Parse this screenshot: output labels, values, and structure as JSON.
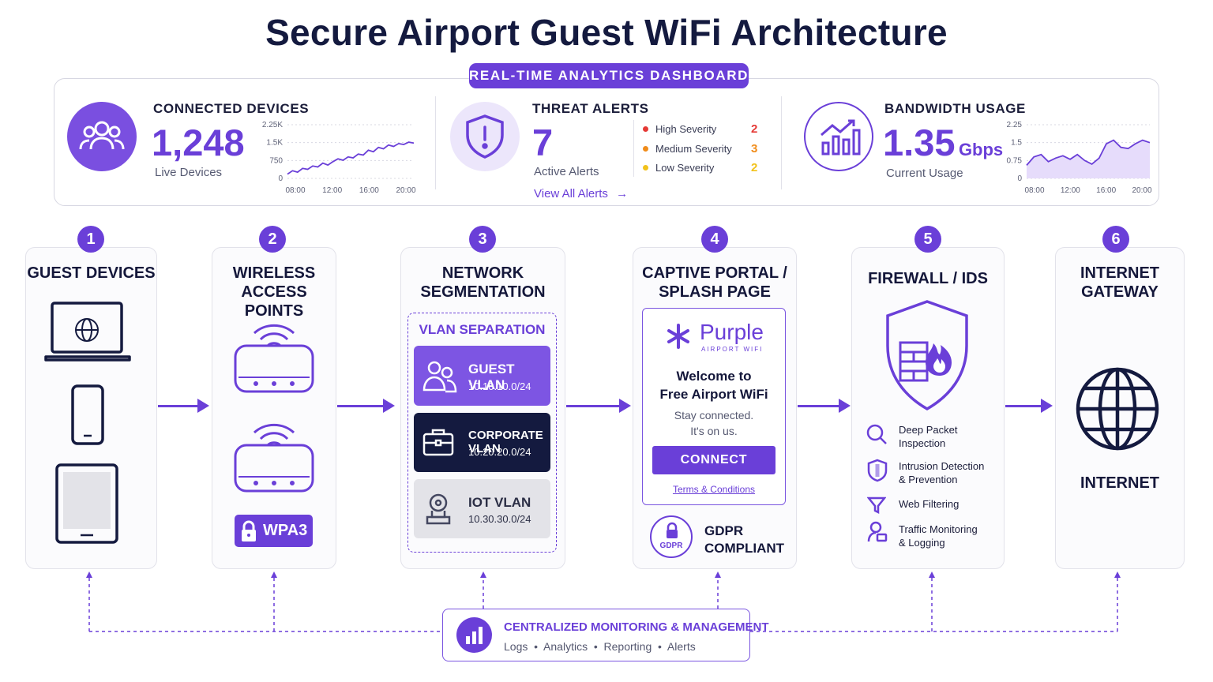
{
  "title": "Secure Airport Guest WiFi Architecture",
  "dashboard": {
    "pill": "REAL-TIME ANALYTICS DASHBOARD",
    "connected": {
      "heading": "CONNECTED DEVICES",
      "value": "1,248",
      "caption": "Live Devices",
      "icon": "users-icon",
      "y_ticks": [
        "2.25K",
        "1.5K",
        "750",
        "0"
      ],
      "x_ticks": [
        "08:00",
        "12:00",
        "16:00",
        "20:00"
      ],
      "series": [
        180,
        320,
        260,
        420,
        380,
        520,
        480,
        640,
        560,
        700,
        820,
        760,
        900,
        860,
        1020,
        980,
        1180,
        1120,
        1300,
        1240,
        1400,
        1340,
        1460,
        1420,
        1520,
        1480
      ]
    },
    "threats": {
      "heading": "THREAT ALERTS",
      "value": "7",
      "caption": "Active Alerts",
      "link": "View All Alerts",
      "icon": "shield-alert-icon",
      "severities": [
        {
          "label": "High Severity",
          "count": "2",
          "color": "#e53935"
        },
        {
          "label": "Medium Severity",
          "count": "3",
          "color": "#f08c1a"
        },
        {
          "label": "Low Severity",
          "count": "2",
          "color": "#f2c21b"
        }
      ]
    },
    "bandwidth": {
      "heading": "BANDWIDTH USAGE",
      "value": "1.35",
      "unit": "Gbps",
      "caption": "Current Usage",
      "icon": "chart-up-icon",
      "y_ticks": [
        "2.25",
        "1.5",
        "0.75",
        "0"
      ],
      "x_ticks": [
        "08:00",
        "12:00",
        "16:00",
        "20:00"
      ],
      "series": [
        0.55,
        0.9,
        1.0,
        0.7,
        0.85,
        0.95,
        0.8,
        1.0,
        0.75,
        0.6,
        0.85,
        1.45,
        1.6,
        1.3,
        1.25,
        1.45,
        1.6,
        1.5
      ]
    }
  },
  "steps": [
    {
      "num": "1",
      "title": [
        "GUEST DEVICES"
      ]
    },
    {
      "num": "2",
      "title": [
        "WIRELESS",
        "ACCESS POINTS"
      ],
      "badge": "WPA3"
    },
    {
      "num": "3",
      "title": [
        "NETWORK",
        "SEGMENTATION"
      ],
      "vlan_header": "VLAN SEPARATION",
      "vlans": [
        {
          "name": "GUEST VLAN",
          "subnet": "10.10.10.0/24"
        },
        {
          "name": "CORPORATE VLAN",
          "subnet": "10.20.20.0/24"
        },
        {
          "name": "IOT VLAN",
          "subnet": "10.30.30.0/24"
        }
      ]
    },
    {
      "num": "4",
      "title": [
        "CAPTIVE PORTAL /",
        "SPLASH PAGE"
      ],
      "portal": {
        "brand": "Purple",
        "brand_sub": "AIRPORT WIFI",
        "welcome": [
          "Welcome to",
          "Free Airport WiFi"
        ],
        "tagline": [
          "Stay connected.",
          "It's on us."
        ],
        "button": "CONNECT",
        "terms": "Terms & Conditions"
      },
      "gdpr_seal": "GDPR",
      "gdpr_text": [
        "GDPR",
        "COMPLIANT"
      ]
    },
    {
      "num": "5",
      "title": [
        "FIREWALL / IDS"
      ],
      "features": [
        {
          "icon": "search-icon",
          "text": [
            "Deep Packet",
            "Inspection"
          ]
        },
        {
          "icon": "shield-icon",
          "text": [
            "Intrusion Detection",
            "& Prevention"
          ]
        },
        {
          "icon": "filter-icon",
          "text": [
            "Web Filtering"
          ]
        },
        {
          "icon": "user-monitor-icon",
          "text": [
            "Traffic Monitoring",
            "& Logging"
          ]
        }
      ]
    },
    {
      "num": "6",
      "title": [
        "INTERNET",
        "GATEWAY"
      ],
      "caption": "INTERNET"
    }
  ],
  "monitoring": {
    "title": "CENTRALIZED MONITORING & MANAGEMENT",
    "subtitle": "Logs  •  Analytics  •  Reporting  •  Alerts"
  },
  "colors": {
    "accent": "#6a3fd8",
    "navy": "#141a3f",
    "light_gray": "#e6e6ec"
  }
}
